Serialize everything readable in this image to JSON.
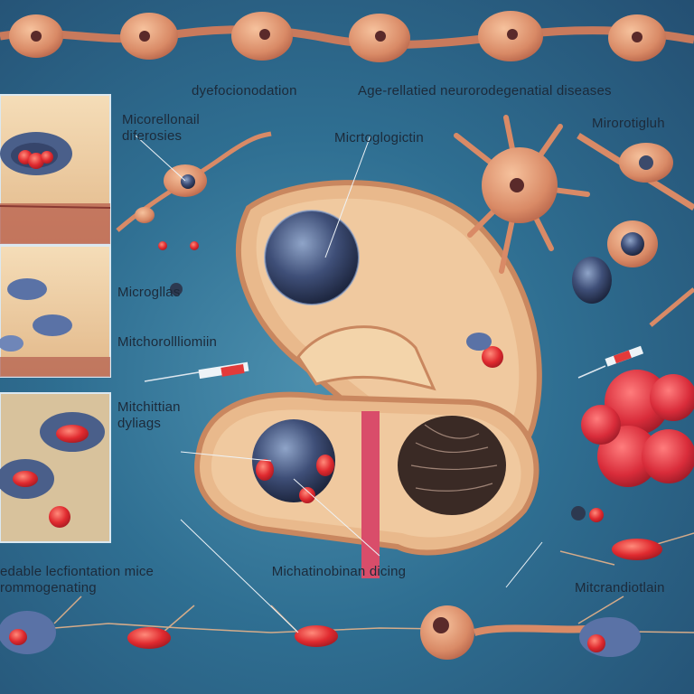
{
  "labels": {
    "top_left": "dyefocionodation",
    "top_center": "Age-rellatied neurorodegenatial diseases",
    "top_right": "Mirorotigluh",
    "left_panel_1": "Micorellonail diferosies",
    "center_top": "Micrtoglogictin",
    "left_panel_2": "Microgllas",
    "left_panel_2b": "Mitchorollliomiin",
    "left_panel_3": "Mitchittian dyliags",
    "bottom_left": "edable lecfiontation mice rommogenating",
    "bottom_center": "Michatinobinan dicing",
    "bottom_right": "Mitcrandiotlain"
  },
  "colors": {
    "background": "#2f6f92",
    "cell_tan": "#e8a07a",
    "nucleus": "#3b4a6b",
    "red_blob": "#e23a3a",
    "tissue": "#f2d2a8"
  }
}
